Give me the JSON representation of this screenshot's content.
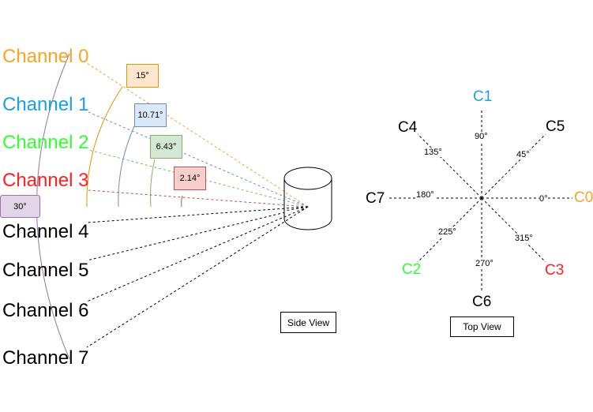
{
  "side_view": {
    "label": "Side View",
    "channels": [
      {
        "label": "Channel 0",
        "color": "#F5A623"
      },
      {
        "label": "Channel 1",
        "color": "#1BA1E2"
      },
      {
        "label": "Channel 2",
        "color": "#33FF33"
      },
      {
        "label": "Channel 3",
        "color": "#FF2020"
      },
      {
        "label": "Channel 4",
        "color": "#000000"
      },
      {
        "label": "Channel 5",
        "color": "#000000"
      },
      {
        "label": "Channel 6",
        "color": "#000000"
      },
      {
        "label": "Channel 7",
        "color": "#000000"
      }
    ],
    "angles": [
      {
        "label": "15°",
        "fill": "#FFE6CC",
        "stroke": "#D79B00"
      },
      {
        "label": "10.71°",
        "fill": "#DAE8FC",
        "stroke": "#6C8EBF"
      },
      {
        "label": "6.43°",
        "fill": "#D5E8D4",
        "stroke": "#82B366"
      },
      {
        "label": "2.14°",
        "fill": "#F8CECC",
        "stroke": "#B85450"
      },
      {
        "label": "30°",
        "fill": "#E1D5E7",
        "stroke": "#9673A6"
      }
    ]
  },
  "top_view": {
    "label": "Top View",
    "directions": [
      {
        "label": "C0",
        "color": "#F5A623"
      },
      {
        "label": "C1",
        "color": "#1BA1E2"
      },
      {
        "label": "C2",
        "color": "#33FF33"
      },
      {
        "label": "C3",
        "color": "#FF2020"
      },
      {
        "label": "C4",
        "color": "#000000"
      },
      {
        "label": "C5",
        "color": "#000000"
      },
      {
        "label": "C6",
        "color": "#000000"
      },
      {
        "label": "C7",
        "color": "#000000"
      }
    ],
    "degrees": [
      "0°",
      "45°",
      "90°",
      "135°",
      "180°",
      "225°",
      "270°",
      "315°"
    ]
  }
}
